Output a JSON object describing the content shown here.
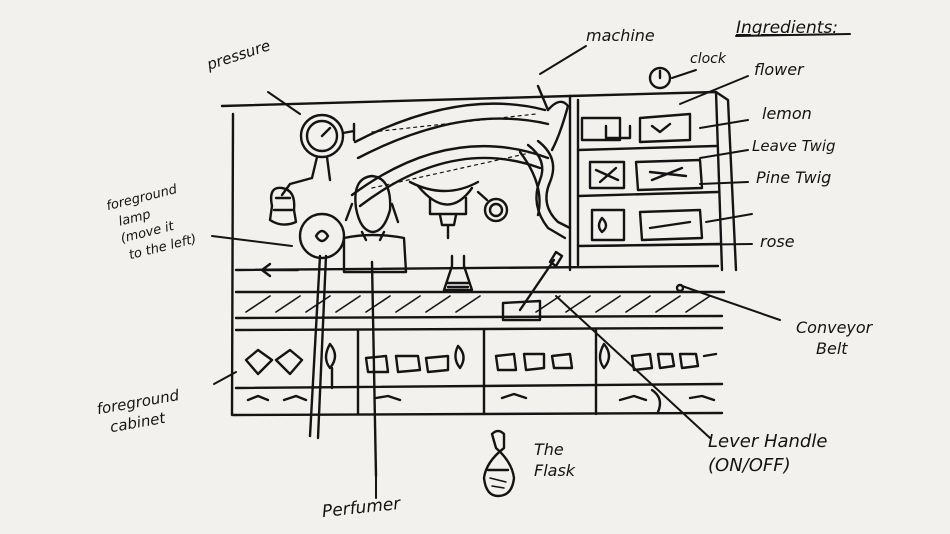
{
  "labels": {
    "pressure": "pressure",
    "machine": "machine",
    "ingredients_heading": "Ingredients:",
    "clock": "clock",
    "flower": "flower",
    "lemon": "lemon",
    "leave_twig": "Leave Twig",
    "pine_twig": "Pine Twig",
    "rose": "rose",
    "foreground_lamp_line1": "foreground",
    "foreground_lamp_line2": "lamp",
    "foreground_lamp_line3": "(move it",
    "foreground_lamp_line4": "to the left)",
    "conveyor_line1": "Conveyor",
    "conveyor_line2": "Belt",
    "foreground_cabinet_line1": "foreground",
    "foreground_cabinet_line2": "cabinet",
    "lever_line1": "Lever Handle",
    "lever_line2": "(ON/OFF)",
    "flask_line1": "The",
    "flask_line2": "Flask",
    "perfumer": "Perfumer"
  },
  "colors": {
    "paper": "#f2f1ee",
    "ink": "#141414"
  }
}
